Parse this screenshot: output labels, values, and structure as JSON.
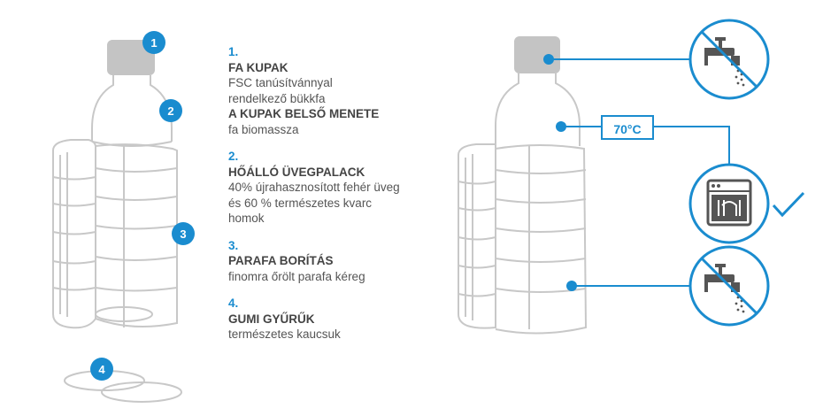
{
  "badges": [
    "1",
    "2",
    "3",
    "4"
  ],
  "parts": [
    {
      "num": "1.",
      "lines": [
        {
          "text": "FA KUPAK",
          "bold": true
        },
        {
          "text": "FSC tanúsítvánnyal",
          "bold": false
        },
        {
          "text": "rendelkező bükkfa",
          "bold": false
        },
        {
          "text": "A KUPAK BELSŐ MENETE",
          "bold": true
        },
        {
          "text": "fa biomassza",
          "bold": false
        }
      ]
    },
    {
      "num": "2.",
      "lines": [
        {
          "text": "HŐÁLLÓ ÜVEGPALACK",
          "bold": true
        },
        {
          "text": "40% újrahasznosított fehér üveg",
          "bold": false
        },
        {
          "text": "és 60 % természetes kvarc",
          "bold": false
        },
        {
          "text": "homok",
          "bold": false
        }
      ]
    },
    {
      "num": "3.",
      "lines": [
        {
          "text": "PARAFA BORÍTÁS",
          "bold": true
        },
        {
          "text": "finomra őrölt parafa kéreg",
          "bold": false
        }
      ]
    },
    {
      "num": "4.",
      "lines": [
        {
          "text": "GUMI GYŰRŰK",
          "bold": true
        },
        {
          "text": "természetes kaucsuk",
          "bold": false
        }
      ]
    }
  ],
  "temperature": "70°C",
  "icons": {
    "no_tap_top": "no-tap-water-icon",
    "dishwasher": "dishwasher-icon",
    "check": "checkmark-icon",
    "no_tap_bottom": "no-tap-water-icon"
  },
  "colors": {
    "accent": "#1a8ccf",
    "outline": "#c8c8c8",
    "cap": "#c4c4c4",
    "text": "#555555"
  }
}
